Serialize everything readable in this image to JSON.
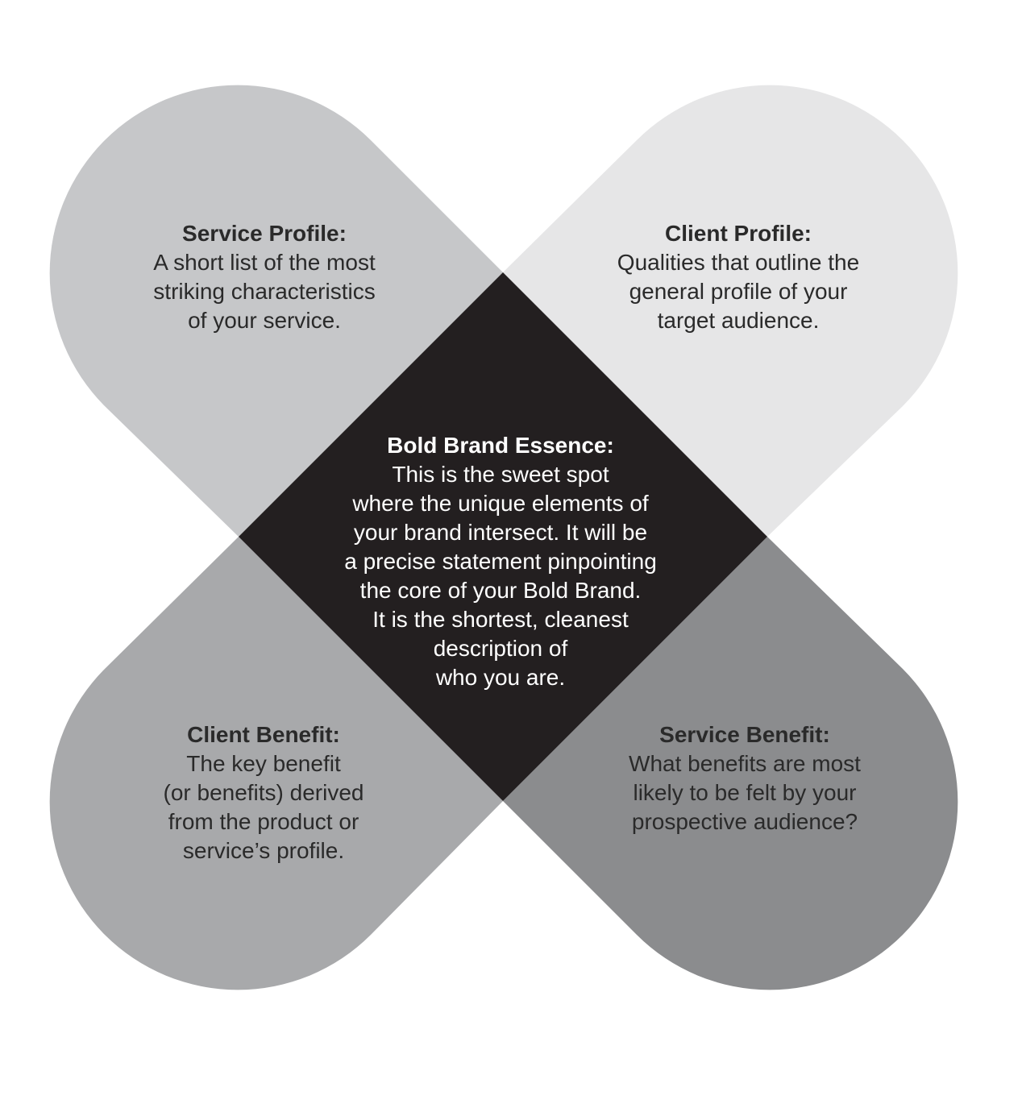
{
  "colors": {
    "service_profile": "#c6c7c9",
    "client_profile": "#e6e6e7",
    "client_benefit": "#a8a9ab",
    "service_benefit": "#8b8c8e",
    "essence": "#231f20",
    "text_dark": "#2a2a2a",
    "text_light": "#ffffff"
  },
  "service_profile": {
    "title": "Service Profile:",
    "lines": [
      "A short list of the most",
      "striking characteristics",
      "of your service."
    ]
  },
  "client_profile": {
    "title": "Client Profile:",
    "lines": [
      "Qualities that outline the",
      "general profile of your",
      "target audience."
    ]
  },
  "essence": {
    "title": "Bold Brand Essence:",
    "lines": [
      "This is the sweet spot",
      "where the unique elements of",
      "your brand intersect. It will be",
      "a precise statement pinpointing",
      "the core of your Bold Brand.",
      "It is the shortest, cleanest",
      "description of",
      "who you are."
    ]
  },
  "client_benefit": {
    "title": "Client Benefit:",
    "lines": [
      "The key benefit",
      "(or benefits) derived",
      "from the product or",
      "service’s profile."
    ]
  },
  "service_benefit": {
    "title": "Service Benefit:",
    "lines": [
      "What benefits are most",
      "likely to be felt by your",
      "prospective audience?"
    ]
  }
}
